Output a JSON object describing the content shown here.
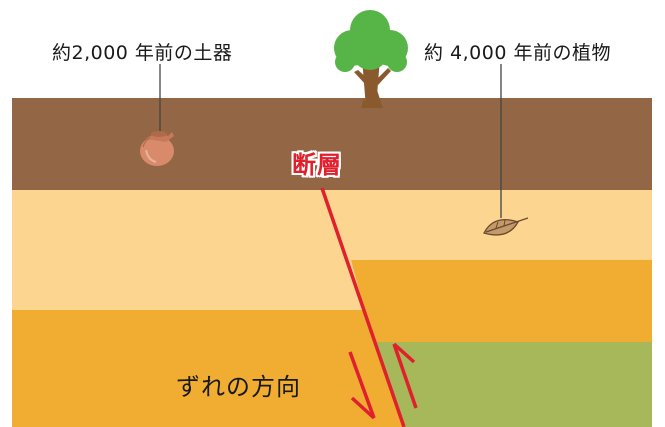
{
  "labels": {
    "pottery": "約2,000 年前の土器",
    "plant": "約 4,000 年前の植物",
    "fault": "断層",
    "direction": "ずれの方向"
  },
  "colors": {
    "soil_brown": "#936745",
    "layer_light": "#fcd591",
    "layer_orange": "#f0ad31",
    "layer_green": "#a6b85a",
    "fault_red": "#e0202c",
    "tree_green": "#57b547",
    "tree_trunk": "#8a5a2e",
    "pot": "#d88a6a",
    "leaf": "#c49a6c"
  },
  "icons": [
    "tree-icon",
    "pottery-icon",
    "leaf-icon",
    "fault-line",
    "arrow-down-icon",
    "arrow-up-icon"
  ]
}
